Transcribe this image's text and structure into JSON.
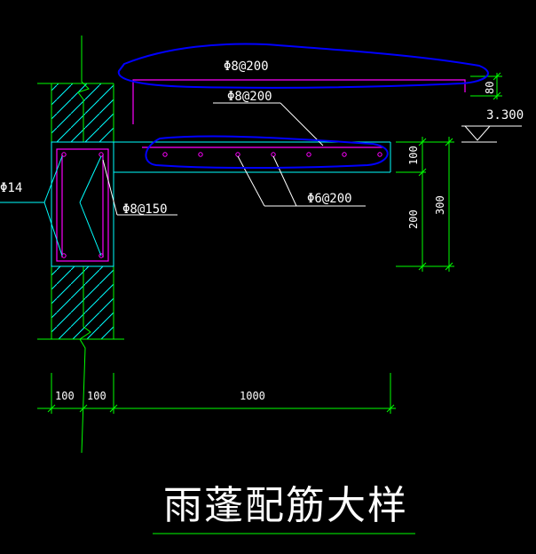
{
  "drawing": {
    "title": "雨蓬配筋大样",
    "labels": {
      "top_bar": "Φ8@200",
      "mid_bar": "Φ8@200",
      "dist_bar": "Φ6@200",
      "stirrup": "Φ8@150",
      "main_bar": "Φ14",
      "elevation": "3.300"
    },
    "dims": {
      "wall_left": "100",
      "wall_right": "100",
      "canopy_length": "1000",
      "slab_thickness": "100",
      "beam_lower": "200",
      "beam_total": "300",
      "top_80": "80"
    }
  },
  "colors": {
    "green": "#00ff00",
    "cyan": "#00ffff",
    "magenta": "#ff00ff",
    "white": "#ffffff",
    "blue_marker": "#0000ff",
    "background": "#000000"
  }
}
